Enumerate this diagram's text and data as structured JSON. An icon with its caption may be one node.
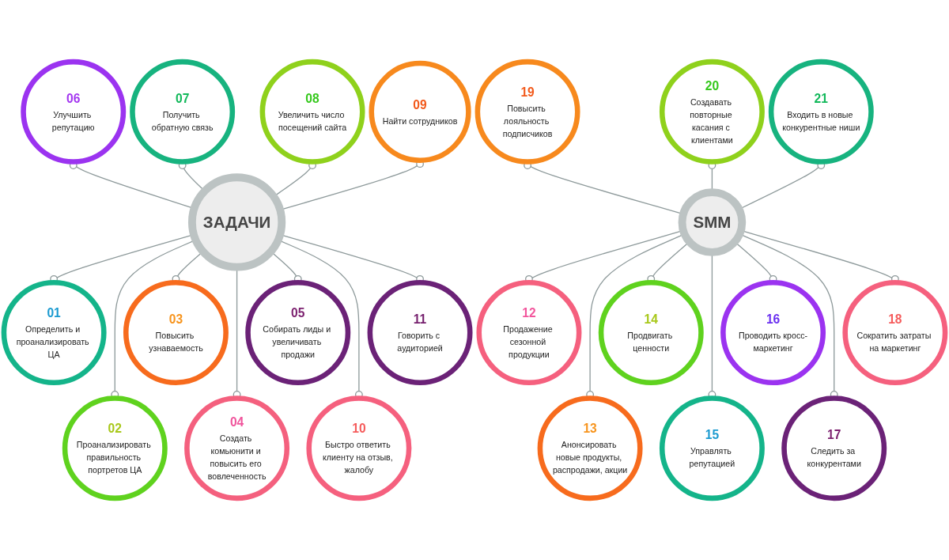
{
  "diagram": {
    "nodes": [
      {
        "text": [
          "ЗАДАЧИ"
        ]
      },
      {
        "text": [
          "01",
          "Определить и проанализировать ЦА"
        ]
      },
      {
        "text": [
          "02",
          "Проанализировать правильность портретов ЦА"
        ]
      },
      {
        "text": [
          "03",
          "Повысить узнаваемость"
        ]
      },
      {
        "text": [
          "04",
          "Создать комьюнити и повысить его вовлеченность"
        ]
      },
      {
        "text": [
          "05",
          "Собирать лиды и увеличивать продажи"
        ]
      },
      {
        "text": [
          "06",
          "Улучшить репутацию"
        ]
      },
      {
        "text": [
          "07",
          "Получить обратную связь"
        ]
      },
      {
        "text": [
          "08",
          "Увеличить число посещений сайта"
        ]
      },
      {
        "text": [
          "09",
          "Найти сотрудников"
        ]
      },
      {
        "text": [
          "10",
          "Быстро ответить клиенту на отзыв, жалобу"
        ]
      },
      {
        "text": [
          "11",
          "Говорить с аудиторией"
        ]
      },
      {
        "text": [
          "SMM"
        ]
      },
      {
        "text": [
          "12",
          "Продажение сезонной продукции"
        ]
      },
      {
        "text": [
          "13",
          "Анонсировать новые продукты, распродажи, акции"
        ]
      },
      {
        "text": [
          "14",
          "Продвигать ценности"
        ]
      },
      {
        "text": [
          "15",
          "Управлять репутацией"
        ]
      },
      {
        "text": [
          "16",
          "Проводить кросс-маркетинг"
        ]
      },
      {
        "text": [
          "17",
          "Следить за конкурентами"
        ]
      },
      {
        "text": [
          "18",
          "Сократить затраты на маркетинг"
        ]
      },
      {
        "text": [
          "19",
          "Повысить лояльность подписчиков"
        ]
      },
      {
        "text": [
          "20",
          "Создавать повторные касания с клиентами"
        ]
      },
      {
        "text": [
          "21",
          "Входить в новые конкурентные ниши"
        ]
      }
    ],
    "edges": [
      {
        "from": 0,
        "to": 1,
        "arrow": "other"
      },
      {
        "from": 0,
        "to": 2,
        "arrow": "other"
      },
      {
        "from": 0,
        "to": 3,
        "arrow": "other"
      },
      {
        "from": 0,
        "to": 4,
        "arrow": "other"
      },
      {
        "from": 0,
        "to": 5,
        "arrow": "other"
      },
      {
        "from": 6,
        "to": 0,
        "arrow": "other"
      },
      {
        "from": 7,
        "to": 0,
        "arrow": "other"
      },
      {
        "from": 8,
        "to": 0,
        "arrow": "other"
      },
      {
        "from": 9,
        "to": 0,
        "arrow": "other"
      },
      {
        "from": 0,
        "to": 10,
        "arrow": "other"
      },
      {
        "from": 0,
        "to": 11,
        "arrow": "other"
      },
      {
        "from": 12,
        "to": 13,
        "arrow": "other"
      },
      {
        "from": 12,
        "to": 14,
        "arrow": "other"
      },
      {
        "from": 12,
        "to": 15,
        "arrow": "other"
      },
      {
        "from": 12,
        "to": 16,
        "arrow": "other"
      },
      {
        "from": 12,
        "to": 17,
        "arrow": "other"
      },
      {
        "from": 12,
        "to": 18,
        "arrow": "other"
      },
      {
        "from": 12,
        "to": 19,
        "arrow": "other"
      },
      {
        "from": 20,
        "to": 12,
        "arrow": "other"
      },
      {
        "from": 21,
        "to": 12,
        "arrow": "other"
      },
      {
        "from": 22,
        "to": 12,
        "arrow": "other"
      }
    ]
  }
}
